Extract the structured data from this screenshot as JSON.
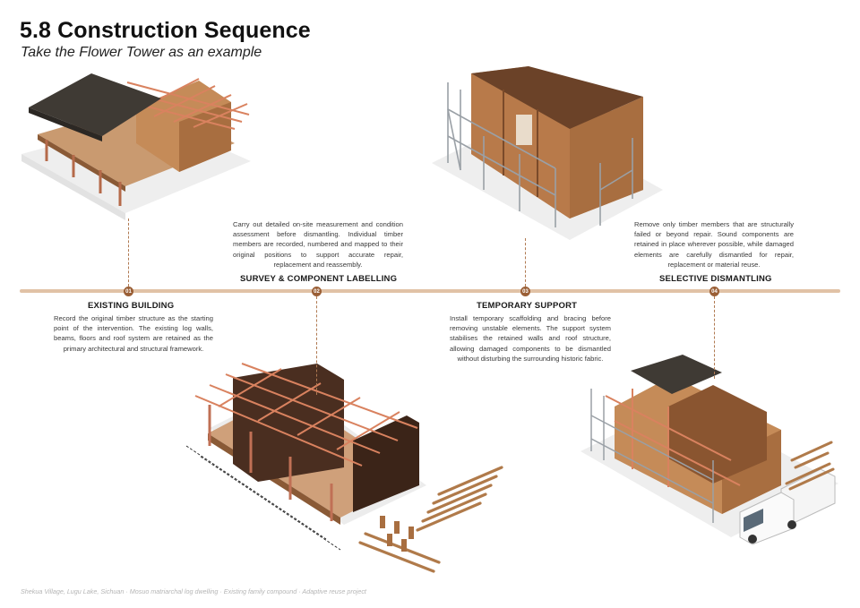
{
  "header": {
    "title": "5.8 Construction Sequence",
    "subtitle": "Take the Flower Tower as an example"
  },
  "steps": [
    {
      "number": "01",
      "title": "EXISTING BUILDING",
      "description": "Record the original timber structure as the starting point of the intervention. The existing log walls, beams, floors and roof system are retained as the primary architectural and structural framework."
    },
    {
      "number": "02",
      "title": "SURVEY & COMPONENT LABELLING",
      "description": "Carry out detailed on-site measurement and condition assessment before dismantling. Individual timber members are recorded, numbered and mapped to their original positions to support accurate repair, replacement and reassembly."
    },
    {
      "number": "03",
      "title": "TEMPORARY SUPPORT",
      "description": "Install temporary scaffolding and bracing before removing unstable elements. The support system stabilises the retained walls and roof structure, allowing damaged components to be dismantled without disturbing the surrounding historic fabric."
    },
    {
      "number": "04",
      "title": "SELECTIVE DISMANTLING",
      "description": "Remove only timber members that are structurally failed or beyond repair. Sound components are retained in place wherever possible, while damaged elements are carefully dismantled for repair, replacement or material reuse."
    }
  ],
  "footer": {
    "caption": "Shekua Village, Lugu Lake, Sichuan · Mosuo matriarchal log dwelling · Existing family compound · Adaptive reuse project"
  },
  "colors": {
    "timeline": "#e1c2a6",
    "marker": "#9a5f36",
    "timber": "#b87a4a",
    "timber_dark": "#7a4a2a",
    "roof": "#3f3a34",
    "scaffold": "#9aa0a6"
  }
}
